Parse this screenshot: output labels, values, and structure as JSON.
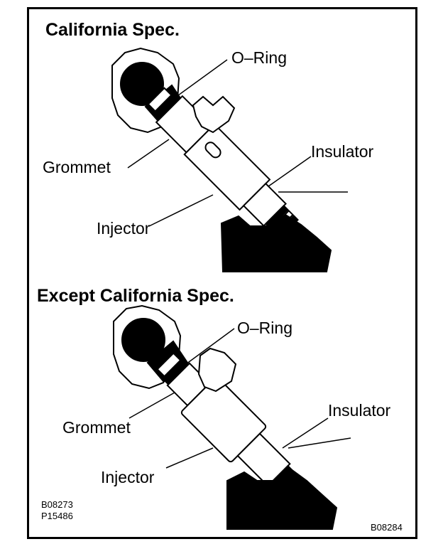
{
  "colors": {
    "ink": "#000000",
    "paper": "#ffffff"
  },
  "top": {
    "title": "California Spec.",
    "labels": {
      "o_ring": "O–Ring",
      "grommet": "Grommet",
      "insulator": "Insulator",
      "injector": "Injector"
    }
  },
  "bottom": {
    "title": "Except California Spec.",
    "labels": {
      "o_ring": "O–Ring",
      "grommet": "Grommet",
      "insulator": "Insulator",
      "injector": "Injector"
    }
  },
  "codes": {
    "code1": "B08273",
    "code2": "P15486",
    "code3": "B08284"
  }
}
